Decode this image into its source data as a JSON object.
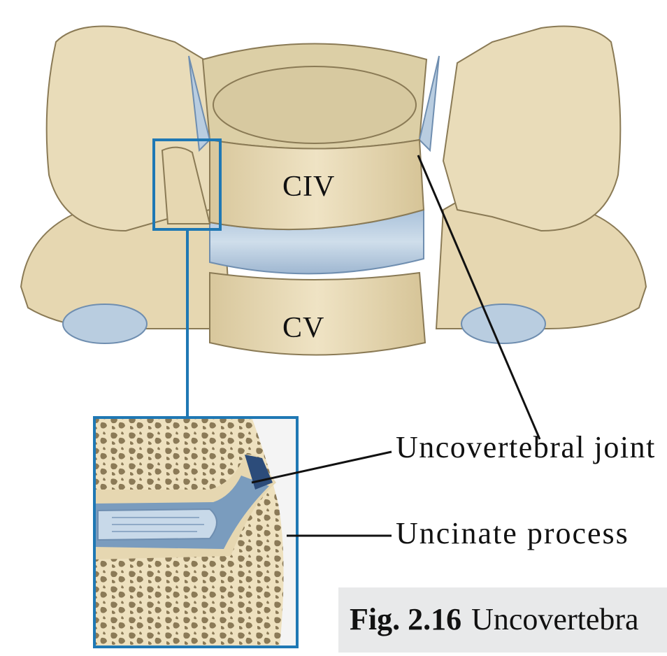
{
  "labels": {
    "upper_vertebra": "CIV",
    "lower_vertebra": "CV",
    "joint": "Uncovertebral joint",
    "process": "Uncinate process"
  },
  "caption": {
    "number": "Fig. 2.16",
    "text": "Uncovertebra"
  },
  "colors": {
    "bone": "#e9dcb9",
    "bone_shadow": "#cdbb8e",
    "bone_outline": "#8a7a55",
    "disc": "#b9cde0",
    "disc_dark": "#6f8eb0",
    "frame": "#1f78b4",
    "leader": "#111111",
    "caption_bg": "#e8e9ea"
  }
}
